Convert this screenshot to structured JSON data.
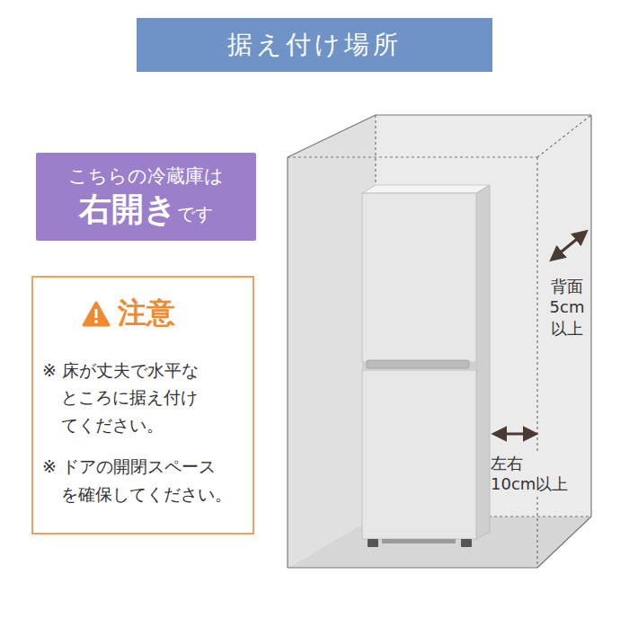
{
  "diagram": {
    "title": "据え付け場所",
    "nodes": [
      {
        "text": [
          "こちらの冷蔵庫は",
          "右開き",
          "です"
        ]
      },
      {
        "text": [
          "注意",
          "※ 床が丈夫で水平な ところに据え付け てください。",
          "※ ドアの開閉スペース を確保してください。"
        ]
      }
    ],
    "labels": [
      "背面 5cm 以上",
      "左右 10cm以上"
    ]
  }
}
